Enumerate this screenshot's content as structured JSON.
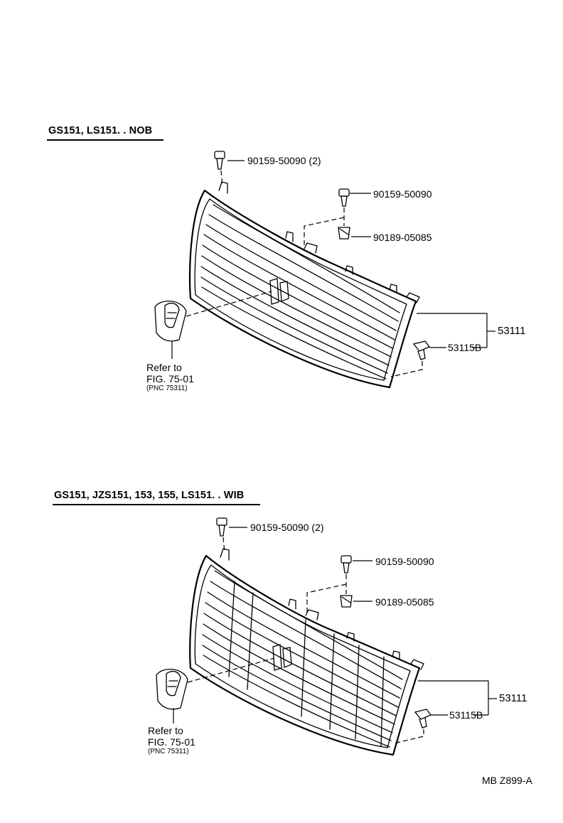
{
  "sections": [
    {
      "header": "GS151, LS151. . NOB",
      "parts": {
        "screw_top": "90159-50090 (2)",
        "screw_right": "90159-50090",
        "clip": "90189-05085",
        "grille": "53111",
        "retainer": "53115B"
      },
      "refer": {
        "line1": "Refer to",
        "line2": "FIG. 75-01",
        "line3": "(PNC 75311)"
      }
    },
    {
      "header": "GS151, JZS151, 153, 155, LS151. . WIB",
      "parts": {
        "screw_top": "90159-50090 (2)",
        "screw_right": "90159-50090",
        "clip": "90189-05085",
        "grille": "53111",
        "retainer": "53115B"
      },
      "refer": {
        "line1": "Refer to",
        "line2": "FIG. 75-01",
        "line3": "(PNC 75311)"
      }
    }
  ],
  "footer_code": "MB  Z899-A"
}
